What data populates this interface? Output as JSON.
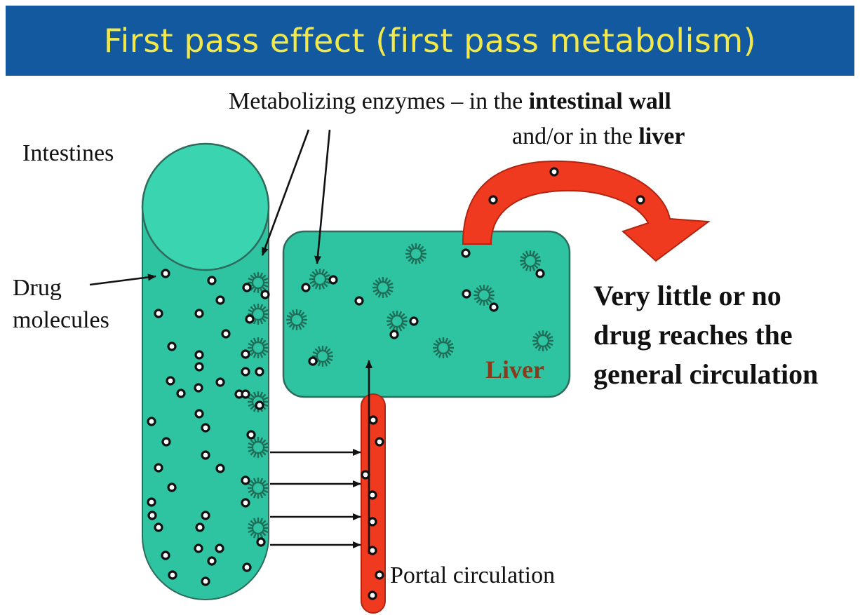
{
  "title": "First pass effect (first pass metabolism)",
  "enzymes_label": {
    "line1_prefix": "Metabolizing enzymes – in the ",
    "line1_bold": "intestinal wall",
    "line2_prefix": "and/or in the ",
    "line2_bold": "liver"
  },
  "intestines_label": "Intestines",
  "drug_label": {
    "line1": "Drug",
    "line2": "molecules"
  },
  "liver_label": "Liver",
  "portal_label": "Portal circulation",
  "result_text": {
    "line1": "Very little or no",
    "line2": "drug reaches the",
    "line3": "general circulation"
  },
  "colors": {
    "banner": "#13599f",
    "title_text": "#f2e84a",
    "organ_fill": "#2ec4a2",
    "organ_stroke": "#2f6b5c",
    "blood_red": "#f03a20",
    "enzyme": "#1f6e58",
    "molecule": "#111111"
  }
}
